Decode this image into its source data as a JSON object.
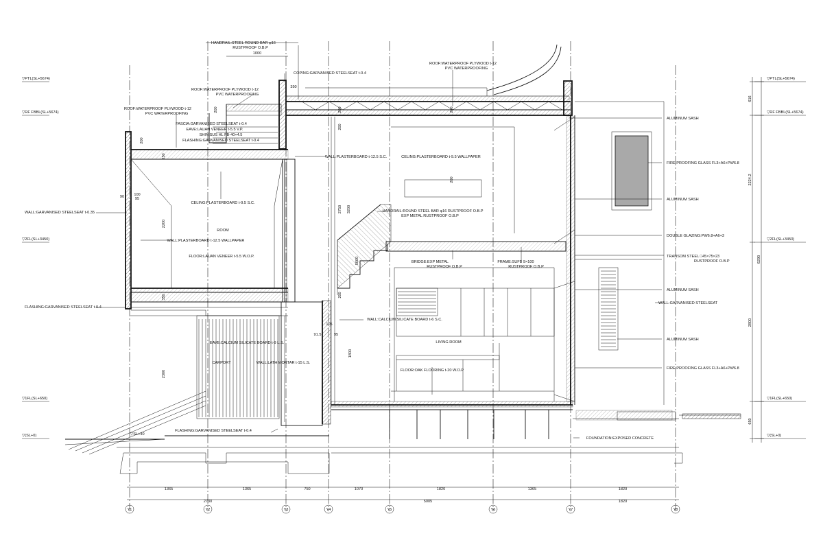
{
  "levels": {
    "left": [
      "▽PTL(SL+5674)",
      "▽RF FBBL(SL+5674)",
      "▽2FL(SL+3450)",
      "▽1FL(SL+650)",
      "▽(SL+0)"
    ],
    "right": [
      "▽PTL(SL+5674)",
      "▽RF FBBL(SL+5674)",
      "▽2FL(SL+3450)",
      "▽1FL(SL+650)",
      "▽(SL+0)"
    ],
    "sl40": "▽SL+40"
  },
  "right_dims": [
    "616",
    "2224.2",
    "6290",
    "2800",
    "650"
  ],
  "grid_axes": [
    "Y1",
    "Y2",
    "Y3",
    "Y4",
    "Y5",
    "Y6",
    "Y7",
    "Y8"
  ],
  "bottom_dims_row1": [
    "1365",
    "1365",
    "750",
    "1070",
    "1820",
    "1365",
    "1820"
  ],
  "bottom_dims_row2": [
    "2730",
    "5005",
    "1820"
  ],
  "top_dims": {
    "handrail_offset": "1000",
    "coping": "350",
    "eave_200": "200"
  },
  "labels": {
    "handrail_top": "HANDRAIL:STEEL ROUND BAR φ16",
    "handrail_top_2": "RUSTPROOF O.B.P",
    "roof_right": "ROOF:WATERPROOF PLYWOOD t-12",
    "roof_right_2": "PVC WATERPROOFING",
    "coping": "COPING:GARVANISED STEELSEAT t-0.4",
    "roof_mid": "ROOF:WATERPROOF PLYWOOD t-12",
    "roof_mid_2": "PVC WATERPROOFING",
    "roof_left": "ROOF:WATERPROOF PLYWOOD t-12",
    "roof_left_2": "PVC WATERPROOFING",
    "fascia": "FASCIA:GARVANISED STEELSEAT t-0.4",
    "eave_lauan": "EAVE:LAUAN VENEER t-5.5 V.P.",
    "shin": "SHIN:SUS HL FB-40×4.5",
    "flashing_top": "FLASHING:GARVANISED STEELSEAT t-0.4",
    "wall_plaster_mid": "WALL:PLASTERBOARD t-12.5 S.C.",
    "ceiling_right": "CELING:PLASTERBOARD t-9.5 WALLPAPER",
    "wall_garv_left": "WALL:GARVANISED STEELSEAT t-0.35",
    "ceiling_left": "CELING:PLASTERBOARD t-9.5 S.C.",
    "room": "ROOM",
    "wall_plaster_left": "WALL:PLASTERBOARD t-12.5 WALLPAPER",
    "floor_left": "FLOOR:LAUAN VENEER t-5.5 W.O.P.",
    "handrail_mid": "HANDRAIL:ROUND STEEL BAR φ16 RUSTPROOF O.B.P",
    "exp_metal": "EXP METAL RUSTPROOF O.B.P",
    "bridge": "BRIDGE:EXP METAL",
    "bridge_2": "RUSTPROOF O.B.P",
    "frame": "FRAME:SUFB 9×100",
    "frame_2": "RUSTPROOF O.B.P",
    "flashing_left": "FLASHING:GARVANISED STEELSEAT t-0.4",
    "wall_calcium": "WALL:CALCIUM SILICATE BOARD t-6 S.C.",
    "eave_calcium": "EAVE:CALCIUM SILICATE BOARD t-9 L.S.",
    "carport": "CARPORT",
    "wall_lath": "WALL:LATH MORTAR t-15 L.S.",
    "living": "LIVING ROOM",
    "floor_oak": "FLOOR:OAK FLOORING t-20 W.O.P",
    "flashing_bottom": "FLASHING:GARVANISED STEELSEAT t-0.4",
    "foundation": "FOUNDATION:EXPOSED CONCRETE",
    "alu_sash_1": "ALUMINUM SASH",
    "fire_glass_1": "FIRE PROOFING GLASS FL3+A6+PW6.8",
    "alu_sash_2": "ALUMINUM SASH",
    "double_glazing": "DOUBLE GLAZING:PW6.8+A6+3",
    "transom": "TRANSOM STEEL □45×75×23",
    "transom_2": "RUSTPROOF O.B.P",
    "alu_sash_3": "ALUMINUM SASH",
    "wall_garv_right": "WALL:GARVANISED STEELSEAT",
    "alu_sash_4": "ALUMINUM SASH",
    "fire_glass_2": "FIRE PROOFING GLASS FL3+A6+PW6.8"
  },
  "inner_dims": [
    "200",
    "250",
    "350",
    "2200",
    "100",
    "90",
    "95",
    "350",
    "2300",
    "2750",
    "3200",
    "200",
    "5000",
    "200",
    "200",
    "1800",
    "91.5",
    "95",
    "105",
    "200",
    "200"
  ]
}
